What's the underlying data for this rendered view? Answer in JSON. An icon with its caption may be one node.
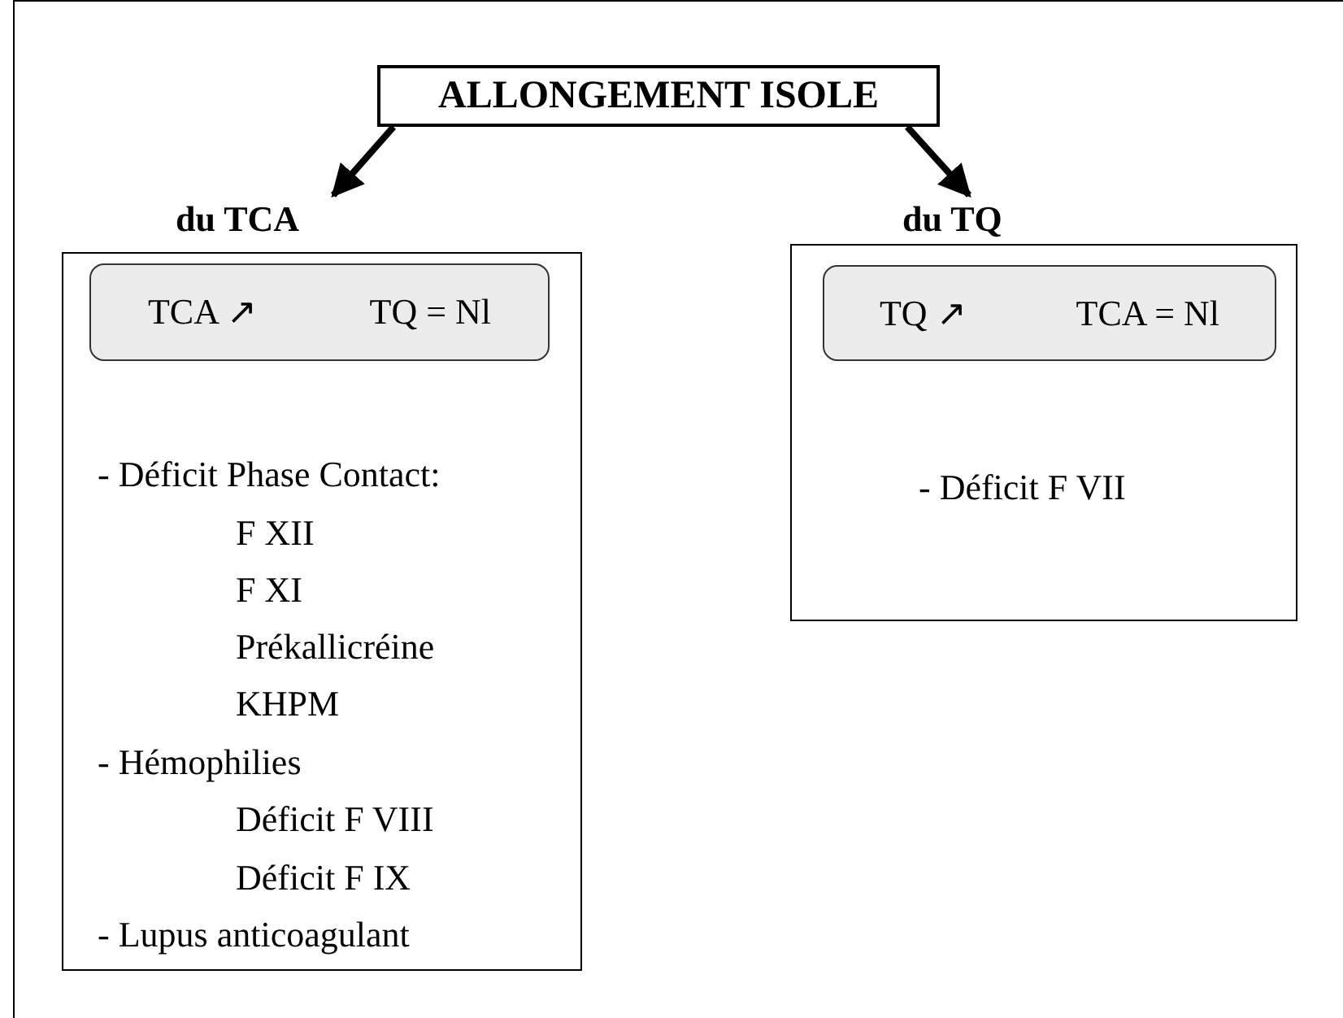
{
  "diagram": {
    "nodes": [
      {
        "text": [
          "ALLONGEMENT ISOLE"
        ]
      },
      {
        "text": [
          "du TCA",
          "- Déficit Phase Contact:",
          "F XII",
          "F XI",
          "Prékallicréine",
          "KHPM",
          "- Hémophilies",
          "Déficit F VIII",
          "Déficit F IX",
          "- Lupus anticoagulant"
        ]
      },
      {
        "text": [
          "TCA ↗",
          "TQ = Nl"
        ],
        "in": 1
      },
      {
        "text": [
          "du TQ",
          "- Déficit F VII"
        ]
      },
      {
        "text": [
          "TQ ↗",
          "TCA = Nl"
        ],
        "in": 3
      }
    ],
    "edges": [
      {
        "from": 0,
        "to": 1,
        "arrow": "to"
      },
      {
        "from": 0,
        "to": 3,
        "arrow": "to"
      }
    ]
  }
}
